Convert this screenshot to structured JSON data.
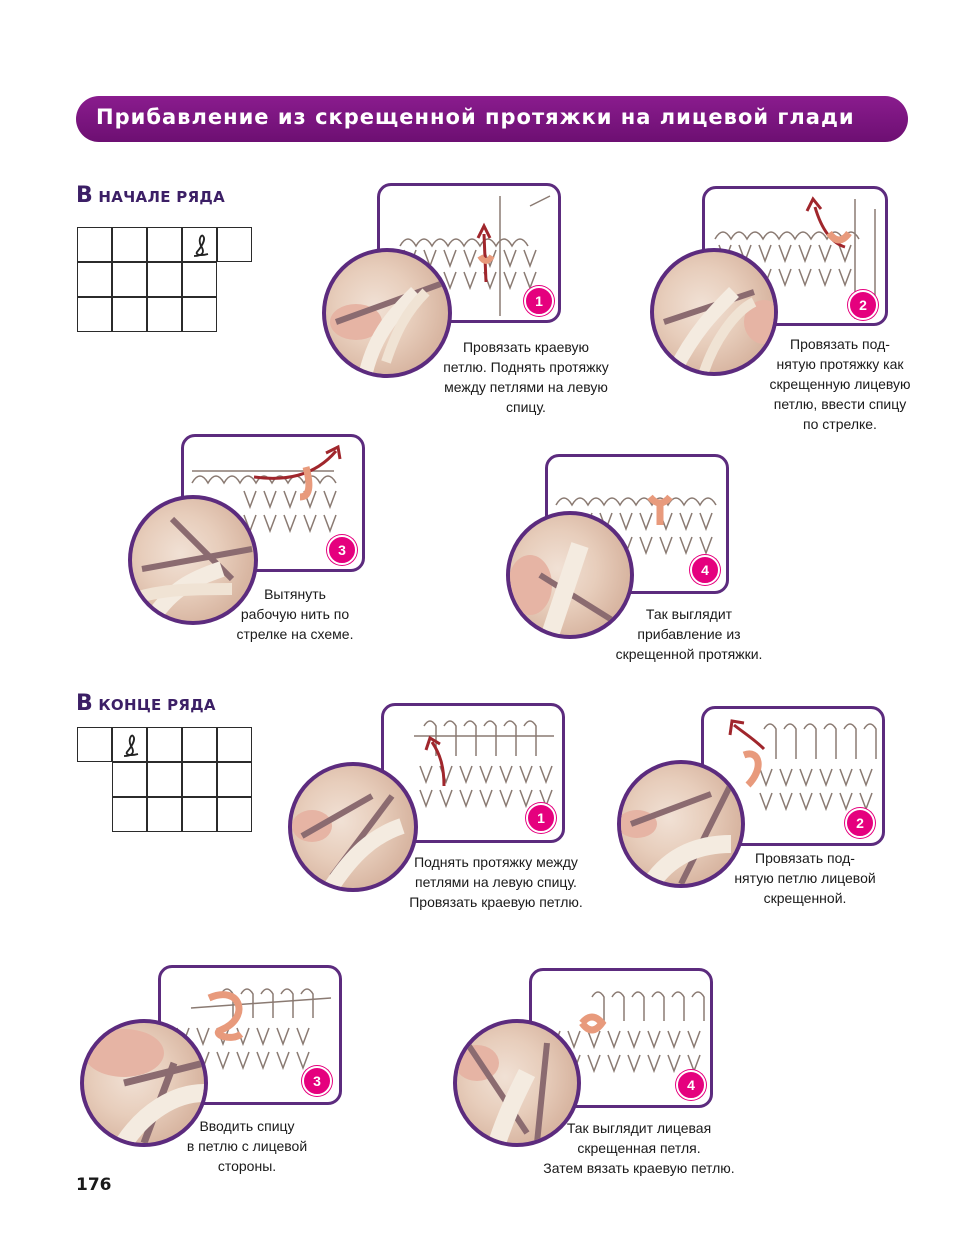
{
  "title": "Прибавление из скрещенной протяжки на лицевой глади",
  "colors": {
    "accent": "#7a1580",
    "badge": "#e5007e",
    "frame": "#5c2b7e",
    "yarn": "#e89a7c"
  },
  "section_start": {
    "heading_big": "В",
    "heading_rest": "НАЧАЛЕ РЯДА",
    "steps": [
      {
        "number": "1",
        "caption": "Провязать краевую\nпетлю. Поднять протяжку\nмежду петлями на левую\nспицу."
      },
      {
        "number": "2",
        "caption": "Провязать под-\nнятую протяжку как\nскрещенную лицевую\nпетлю, ввести спицу\nпо стрелке."
      },
      {
        "number": "3",
        "caption": "Вытянуть\nрабочую нить по\nстрелке на схеме."
      },
      {
        "number": "4",
        "caption": "Так выглядит\nприбавление из\nскрещенной протяжки."
      }
    ]
  },
  "section_end": {
    "heading_big": "В",
    "heading_rest": "КОНЦЕ РЯДА",
    "steps": [
      {
        "number": "1",
        "caption": "Поднять протяжку между\nпетлями на левую спицу.\nПровязать краевую петлю."
      },
      {
        "number": "2",
        "caption": "Провязать под-\nнятую петлю лицевой\nскрещенной."
      },
      {
        "number": "3",
        "caption": "Вводить спицу\nв петлю с лицевой\nстороны."
      },
      {
        "number": "4",
        "caption": "Так выглядит лицевая\nскрещенная петля.\nЗатем вязать краевую петлю."
      }
    ]
  },
  "icons": {
    "chart_symbol": "crossed-loop-symbol-icon"
  },
  "page_number": "176"
}
